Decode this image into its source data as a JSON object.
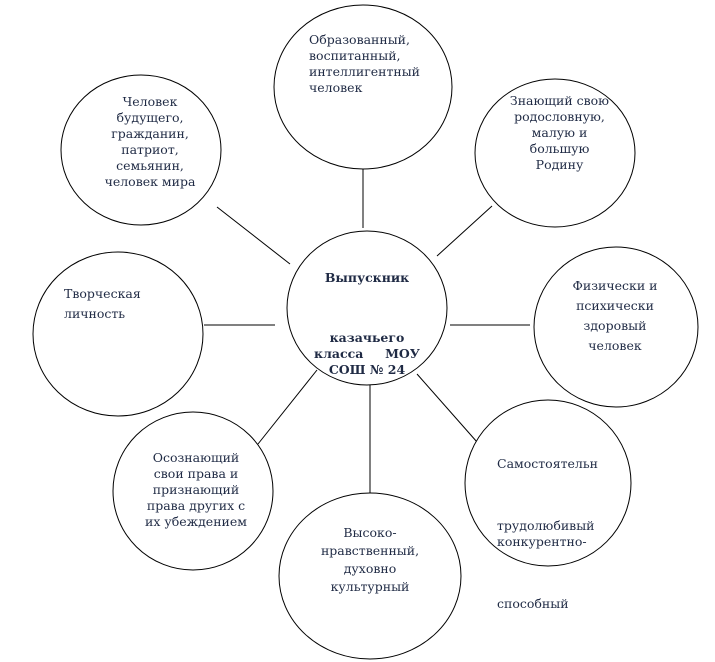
{
  "center": {
    "title": "Выпускник",
    "body": "казачьего\nкласса     МОУ\nСОШ № 24"
  },
  "nodes": {
    "top": "Образованный,\nвоспитанный,\nинтеллигентный\nчеловек",
    "top_right": "Знающий свою\nродословную,\nмалую и\nбольшую\nРодину",
    "right": "Физически и\nпсихически\nздоровый\nчеловек",
    "bottom_right_line1": "Самостоятельн",
    "bottom_right_line2": "трудолюбивый\nконкурентно-",
    "bottom_right_line3": "способный",
    "bottom": "Высоко-\nнравственный,\nдуховно\nкультурный",
    "bottom_left": "Осознающий\nсвои права и\nпризнающий\nправа других с\nих убеждением",
    "left": "Творческая\nличность",
    "top_left": "Человек\nбудущего,\nгражданин,\nпатриот,\nсемьянин,\nчеловек мира"
  },
  "colors": {
    "stroke": "#000000",
    "text": "#1f2a44",
    "background": "#ffffff"
  }
}
